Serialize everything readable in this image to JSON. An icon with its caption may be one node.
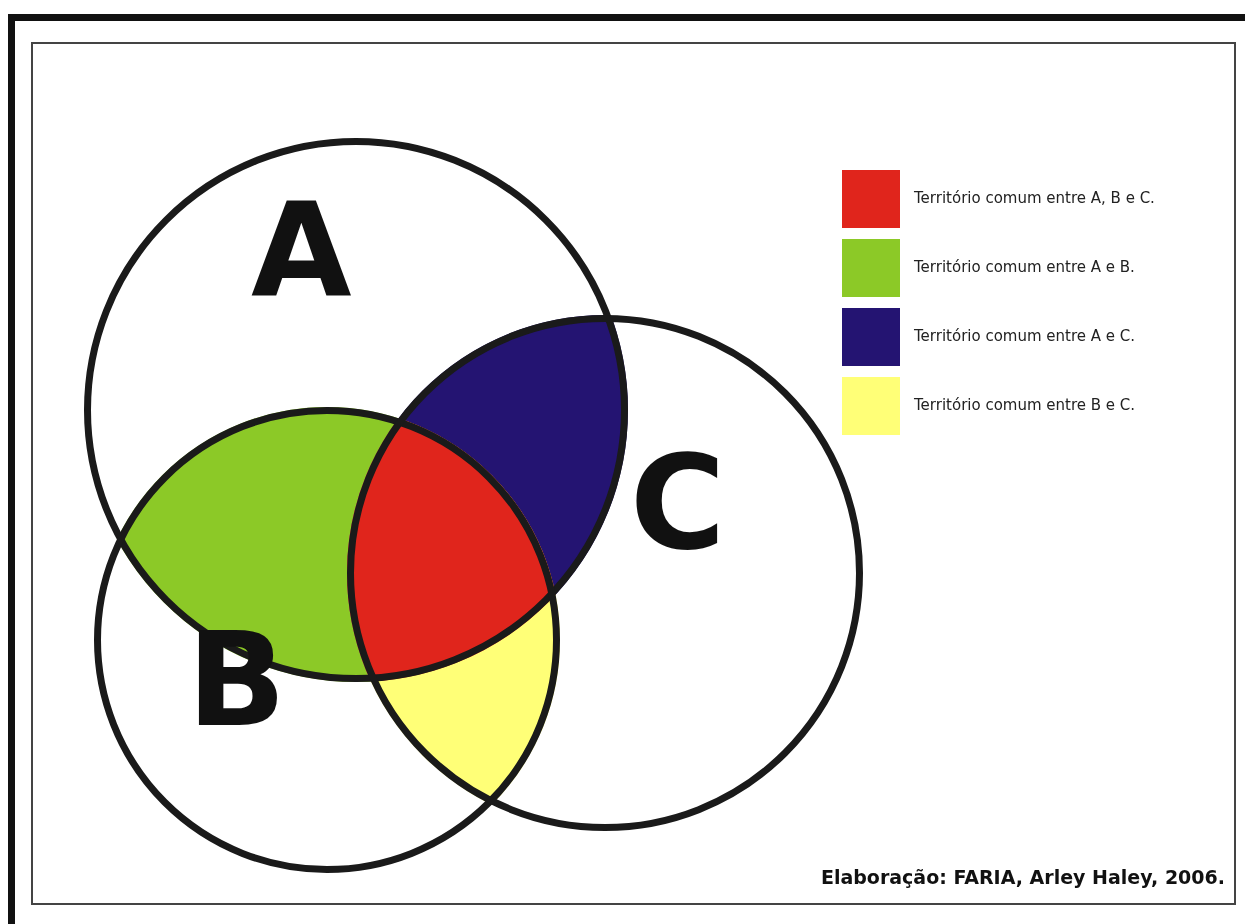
{
  "diagram": {
    "caption": "Elaboração: FARIA, Arley Haley, 2006.",
    "nodes": [
      {
        "text": [
          "A"
        ]
      },
      {
        "text": [
          "B"
        ]
      },
      {
        "text": [
          "C"
        ]
      }
    ],
    "edges": [],
    "legend": [
      {
        "text": "Território comum entre A, B e C.",
        "color": "#e0251c"
      },
      {
        "text": "Território comum entre A e B.",
        "color": "#8cc927"
      },
      {
        "text": "Território comum entre A e C.",
        "color": "#241472"
      },
      {
        "text": "Território comum entre B e C.",
        "color": "#ffff77"
      }
    ]
  }
}
